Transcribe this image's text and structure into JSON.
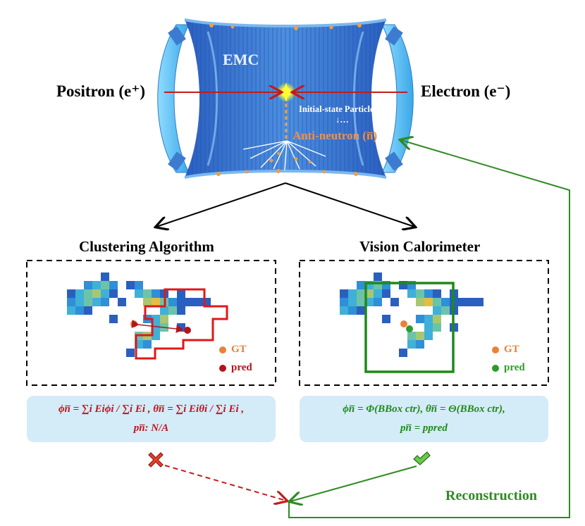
{
  "detector": {
    "emc_label": "EMC",
    "positron_label": "Positron (e⁺)",
    "electron_label": "Electron (e⁻)",
    "initial_state_label": "Initial-state Particles",
    "initial_state_arrow": "↓…",
    "anti_neutron_label": "Anti-neutron (n̅)"
  },
  "clustering": {
    "title": "Clustering Algorithm",
    "legend_gt": "GT",
    "legend_pred": "pred",
    "formula_line1": "ϕn̅ = ∑i Eiϕi / ∑i Ei , θn̅ = ∑i Eiθi / ∑i Ei ,",
    "formula_line2": "pn̅: N/A",
    "verdict": "fail"
  },
  "vision": {
    "title": "Vision Calorimeter",
    "legend_gt": "GT",
    "legend_pred": "pred",
    "formula_line1": "ϕn̅ = Φ(BBox ctr), θn̅ = Θ(BBox ctr),",
    "formula_line2": "pn̅ = ppred",
    "verdict": "pass"
  },
  "reconstruction_label": "Reconstruction",
  "colors": {
    "gt": "#e8823a",
    "pred_red": "#b3141b",
    "pred_green": "#2e9b2a",
    "cluster_outline": "#e01818",
    "bbox": "#1f8a1a",
    "formula_red": "#c0141a",
    "formula_green": "#1f8a1a",
    "recon_green": "#2e8b22",
    "box_fill": "#d4ebf8"
  }
}
